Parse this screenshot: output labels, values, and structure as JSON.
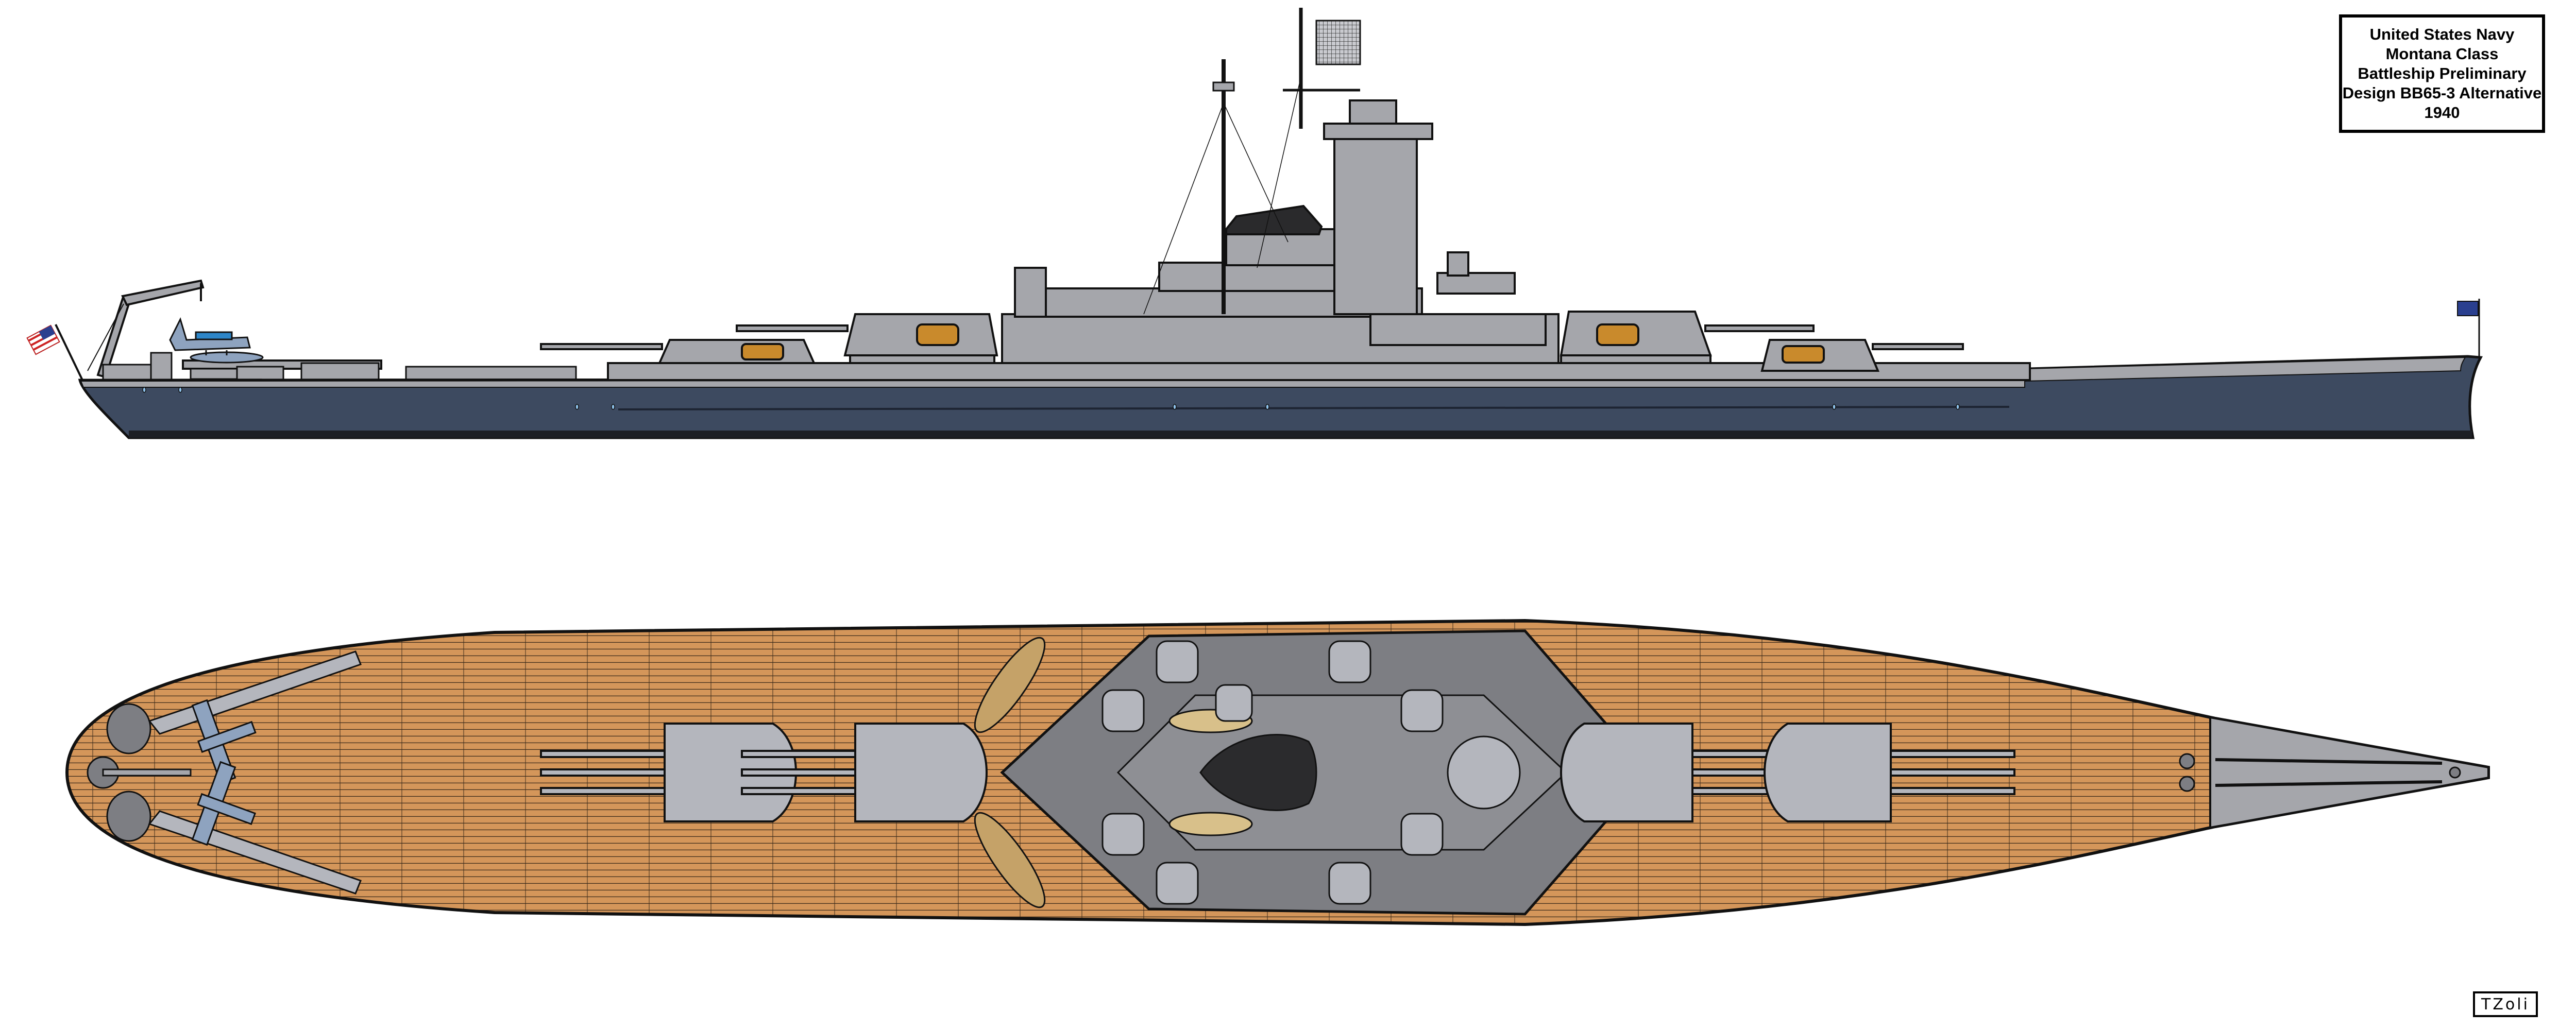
{
  "title_block": {
    "lines": [
      "United States Navy",
      "Montana Class",
      "Battleship Preliminary",
      "Design BB65-3 Alternative",
      "1940"
    ]
  },
  "signature": "TZoli",
  "colors": {
    "hull": "#3d4a60",
    "superstructure": "#a5a6ab",
    "turret": "#b4b6bd",
    "deck_wood": "#d4965a",
    "plan_gray": "#7d7e83",
    "outline": "#111111"
  }
}
